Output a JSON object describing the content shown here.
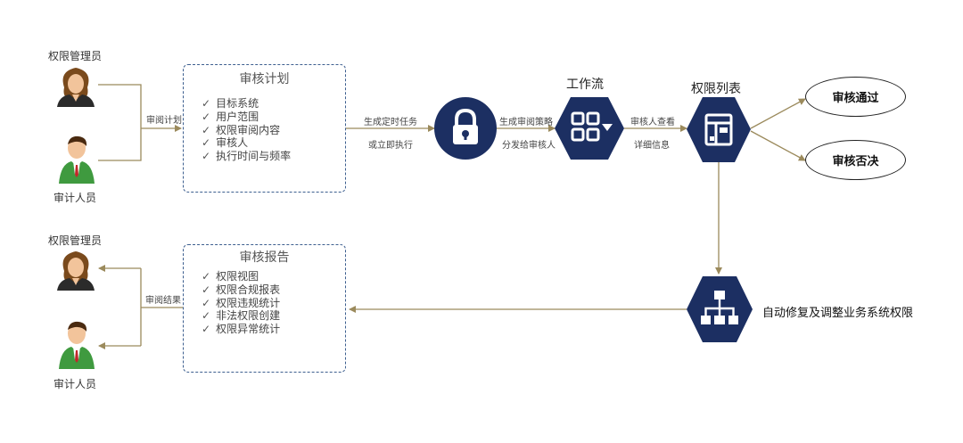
{
  "roles": {
    "admin_top": "权限管理员",
    "auditor_top": "审计人员",
    "admin_bottom": "权限管理员",
    "auditor_bottom": "审计人员"
  },
  "edge_labels": {
    "audit_plan": "审阅计划",
    "audit_result": "审阅结果",
    "generate_task_1": "生成定时任务",
    "generate_task_2": "或立即执行",
    "generate_policy_1": "生成审阅策略",
    "generate_policy_2": "分发给审核人",
    "reviewer_view_1": "审核人查看",
    "reviewer_view_2": "详细信息"
  },
  "plan_box": {
    "title": "审核计划",
    "items": [
      "目标系统",
      "用户范围",
      "权限审阅内容",
      "审核人",
      "执行时间与频率"
    ]
  },
  "report_box": {
    "title": "审核报告",
    "items": [
      "权限视图",
      "权限合规报表",
      "权限违规统计",
      "非法权限创建",
      "权限异常统计"
    ]
  },
  "nodes": {
    "workflow": "工作流",
    "permission_list": "权限列表",
    "auto_fix": "自动修复及调整业务系统权限"
  },
  "outcomes": {
    "approve": "审核通过",
    "reject": "审核否决"
  },
  "colors": {
    "node_fill": "#1c2f62",
    "connector": "#9b8a5c",
    "dashed_border": "#3d5f8f"
  }
}
